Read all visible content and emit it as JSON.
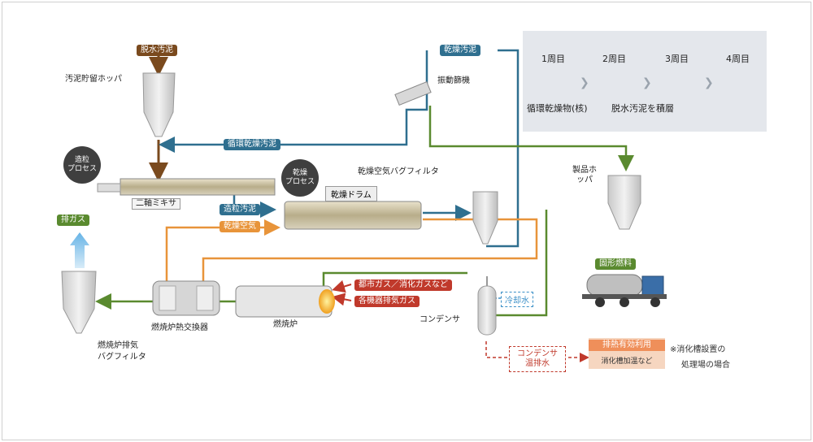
{
  "tags": {
    "dewatered_sludge": "脱水汚泥",
    "dried_sludge": "乾燥汚泥",
    "recycled_dried_sludge": "循環乾燥汚泥",
    "granulated_sludge": "造粒汚泥",
    "drying_air": "乾燥空気",
    "exhaust_gas": "排ガス",
    "solid_fuel": "固形燃料",
    "fuel_gas": "都市ガス／消化ガスなど",
    "equipment_exhaust": "各機器排気ガス"
  },
  "circles": {
    "granulation": [
      "造粒",
      "プロセス"
    ],
    "drying": [
      "乾燥",
      "プロセス"
    ]
  },
  "labels": {
    "sludge_hopper": "汚泥貯留ホッパ",
    "vibrating_sieve": "振動篩機",
    "twin_mixer": "二軸ミキサ",
    "drying_drum": "乾燥ドラム",
    "dry_air_bag_filter": "乾燥空気バグフィルタ",
    "product_hopper": "製品ホッパ",
    "incinerator": "燃焼炉",
    "heat_exchanger": "燃焼炉熱交換器",
    "exhaust_bag_filter_1": "燃焼炉排気",
    "exhaust_bag_filter_2": "バグフィルタ",
    "condenser": "コンデンサ",
    "cooling_water": "冷却水",
    "condensate_1": "コンデンサ",
    "condensate_2": "温排水",
    "waste_heat_title": "排熱有効利用",
    "waste_heat_sub": "消化槽加温など",
    "note_1": "※消化槽設置の",
    "note_2": "処理場の場合"
  },
  "panel": {
    "rounds": [
      "1周目",
      "2周目",
      "3周目",
      "4周目"
    ],
    "core_label": "循環乾燥物(核)",
    "layer_label": "脱水汚泥を積層"
  },
  "colors": {
    "sludge": "#7a4a1e",
    "dried": "#2f6f8f",
    "product": "#5a8a2f",
    "hot_air": "#e8943a",
    "fuel": "#c0392b",
    "panel_bg": "#e4e7ec"
  }
}
